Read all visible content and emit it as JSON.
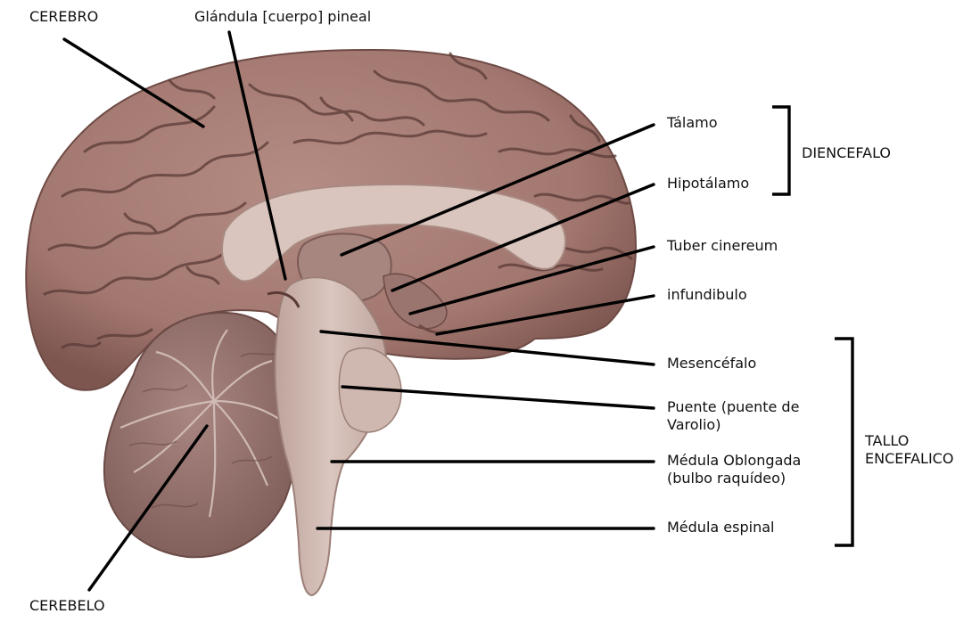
{
  "labels": {
    "cerebro": "CEREBRO",
    "pineal": "Glándula [cuerpo] pineal",
    "talamo": "Tálamo",
    "hipotalamo": "Hipotálamo",
    "diencefalo": "DIENCEFALO",
    "tuber": "Tuber cinereum",
    "infundibulo": "infundibulo",
    "mesencefalo": "Mesencéfalo",
    "puente_1": "Puente (puente de",
    "puente_2": "Varolio)",
    "medula_oblongada_1": "Médula Oblongada",
    "medula_oblongada_2": "(bulbo raquídeo)",
    "medula_espinal": "Médula espinal",
    "tallo_1": "TALLO",
    "tallo_2": "ENCEFALICO",
    "cerebelo": "CEREBELO"
  },
  "colors": {
    "cerebrum": "#a57a72",
    "cerebrum_dark": "#6e4a45",
    "sulcus": "#5a3a36",
    "white_matter": "#dcc9c3",
    "brainstem": "#cdb7af",
    "cerebellum": "#9c7470",
    "background": "#ffffff",
    "lines": "#000000"
  }
}
